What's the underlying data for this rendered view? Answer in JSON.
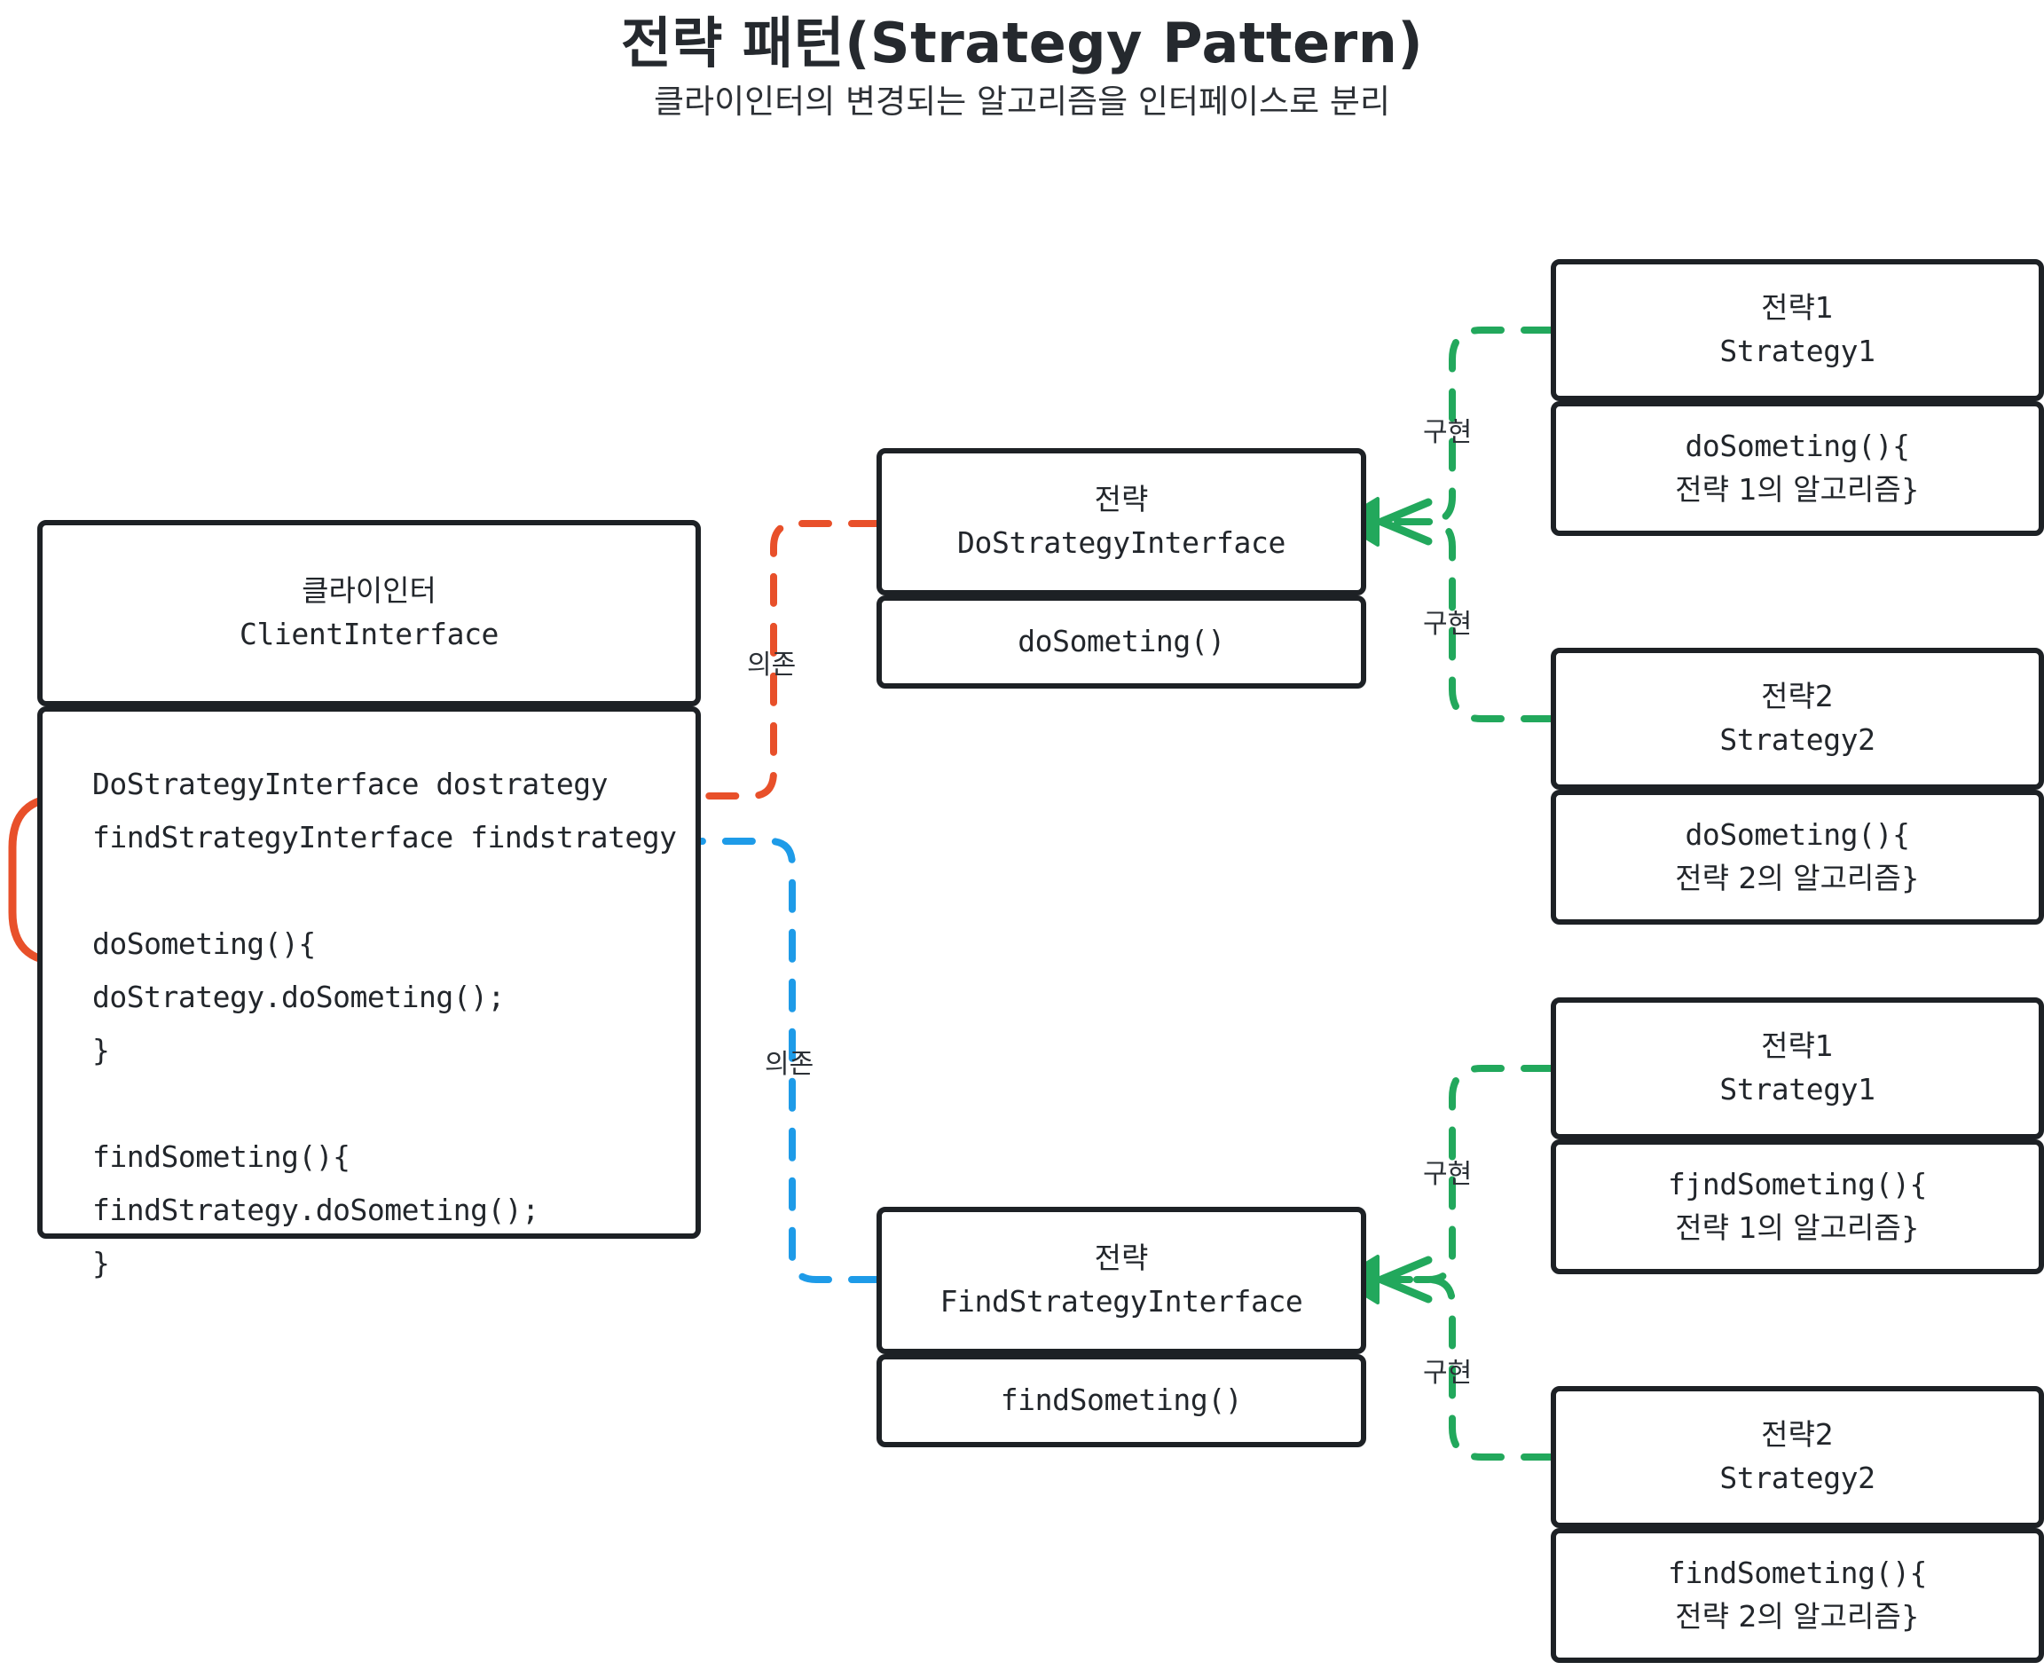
{
  "header": {
    "title": "전략 패턴(Strategy Pattern)",
    "subtitle": "클라이인터의 변경되는 알고리즘을 인터페이스로 분리"
  },
  "colors": {
    "box_border": "#1d2125",
    "dependency_do": "#e8502a",
    "dependency_find": "#1e9be8",
    "implements": "#22a85c",
    "text": "#22262b",
    "background": "#ffffff"
  },
  "client": {
    "header_ko": "클라이인터",
    "header_en": "ClientInterface",
    "body_lines": [
      "DoStrategyInterface dostrategy",
      "findStrategyInterface findstrategy",
      "",
      "doSometing(){",
      "doStrategy.doSometing();",
      "}",
      "",
      "findSometing(){",
      "findStrategy.doSometing();",
      "}"
    ]
  },
  "interfaces": [
    {
      "header_ko": "전략",
      "header_en": "DoStrategyInterface",
      "method": "doSometing()"
    },
    {
      "header_ko": "전략",
      "header_en": "FindStrategyInterface",
      "method": "findSometing()"
    }
  ],
  "strategies": [
    {
      "header_ko": "전략1",
      "header_en": "Strategy1",
      "body_line1": "doSometing(){",
      "body_line2": "전략 1의 알고리즘}"
    },
    {
      "header_ko": "전략2",
      "header_en": "Strategy2",
      "body_line1": "doSometing(){",
      "body_line2": "전략 2의 알고리즘}"
    },
    {
      "header_ko": "전략1",
      "header_en": "Strategy1",
      "body_line1": "fjndSometing(){",
      "body_line2": "전략 1의 알고리즘}"
    },
    {
      "header_ko": "전략2",
      "header_en": "Strategy2",
      "body_line1": "findSometing(){",
      "body_line2": "전략 2의 알고리즘}"
    }
  ],
  "edge_labels": {
    "dependency_do": "의존",
    "dependency_find": "의존",
    "implements_1": "구현",
    "implements_2": "구현",
    "implements_3": "구현",
    "implements_4": "구현"
  }
}
